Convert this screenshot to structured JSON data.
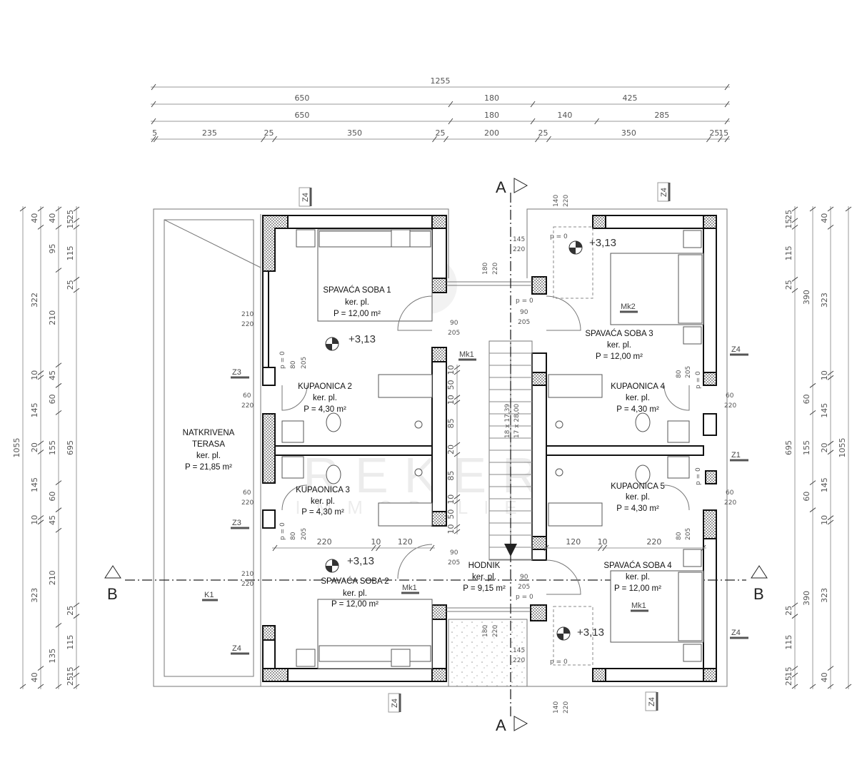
{
  "sections": {
    "a": "A",
    "b": "B"
  },
  "dims": {
    "top": [
      [
        "1255"
      ],
      [
        "650",
        "180",
        "425"
      ],
      [
        "650",
        "180",
        "140",
        "285"
      ],
      [
        "5",
        "235",
        "25",
        "350",
        "25",
        "200",
        "25",
        "350",
        "25",
        "15"
      ]
    ],
    "left": [
      [
        "1055"
      ],
      [
        "40",
        "322",
        "10",
        "145",
        "20",
        "145",
        "10",
        "323",
        "40"
      ],
      [
        "40",
        "95",
        "210",
        "45",
        "60",
        "155",
        "60",
        "45",
        "210",
        "135"
      ],
      [
        "25",
        "15",
        "115",
        "25",
        "695",
        "25",
        "115",
        "15",
        "25"
      ]
    ],
    "right": [
      [
        "25",
        "15",
        "115",
        "25",
        "695",
        "25",
        "115",
        "15",
        "25"
      ],
      [
        "390",
        "60",
        "155",
        "60",
        "390"
      ],
      [
        "40",
        "323",
        "10",
        "145",
        "20",
        "145",
        "10",
        "323",
        "40"
      ],
      [
        "1055"
      ]
    ],
    "stair_side": [
      "10",
      "50",
      "10",
      "85",
      "20",
      "85",
      "10",
      "50",
      "10"
    ],
    "mid_left": [
      "220",
      "10",
      "120"
    ],
    "mid_right": [
      "120",
      "10",
      "220"
    ]
  },
  "rooms": {
    "bed1": {
      "name": "SPAVAĆA SOBA 1",
      "floor": "ker. pl.",
      "area": "P = 12,00 m²"
    },
    "bed2": {
      "name": "SPAVAĆA SOBA 2",
      "floor": "ker. pl.",
      "area": "P = 12,00 m²"
    },
    "bed3": {
      "name": "SPAVAĆA SOBA 3",
      "floor": "ker. pl.",
      "area": "P = 12,00 m²"
    },
    "bed4": {
      "name": "SPAVAĆA SOBA 4",
      "floor": "ker. pl.",
      "area": "P = 12,00 m²"
    },
    "bath2": {
      "name": "KUPAONICA 2",
      "floor": "ker. pl.",
      "area": "P = 4,30 m²"
    },
    "bath3": {
      "name": "KUPAONICA 3",
      "floor": "ker. pl.",
      "area": "P = 4,30 m²"
    },
    "bath4": {
      "name": "KUPAONICA 4",
      "floor": "ker. pl.",
      "area": "P = 4,30 m²"
    },
    "bath5": {
      "name": "KUPAONICA 5",
      "floor": "ker. pl.",
      "area": "P = 4,30 m²"
    },
    "hall": {
      "name": "HODNIK",
      "floor": "ker. pl.",
      "area": "P = 9,15 m²"
    },
    "terrace": {
      "name1": "NATKRIVENA",
      "name2": "TERASA",
      "floor": "ker. pl.",
      "area": "P = 21,85 m²"
    }
  },
  "level": "+3,13",
  "stair": {
    "line1": "18 x 17,39",
    "line2": "17 x 28,00"
  },
  "tags": {
    "z1": "Z1",
    "z3": "Z3",
    "z4": "Z4",
    "k1": "K1",
    "mk1": "Mk1",
    "mk2": "Mk2"
  },
  "openings": {
    "p0": "p = 0",
    "w210": "210",
    "w220": "220",
    "w60": "60",
    "w145": "145",
    "w180": "180",
    "w140": "140",
    "d90": "90",
    "d80": "80",
    "h205": "205"
  },
  "watermark": {
    "line1": "REKER",
    "line2": "IMMOBILIEN"
  }
}
